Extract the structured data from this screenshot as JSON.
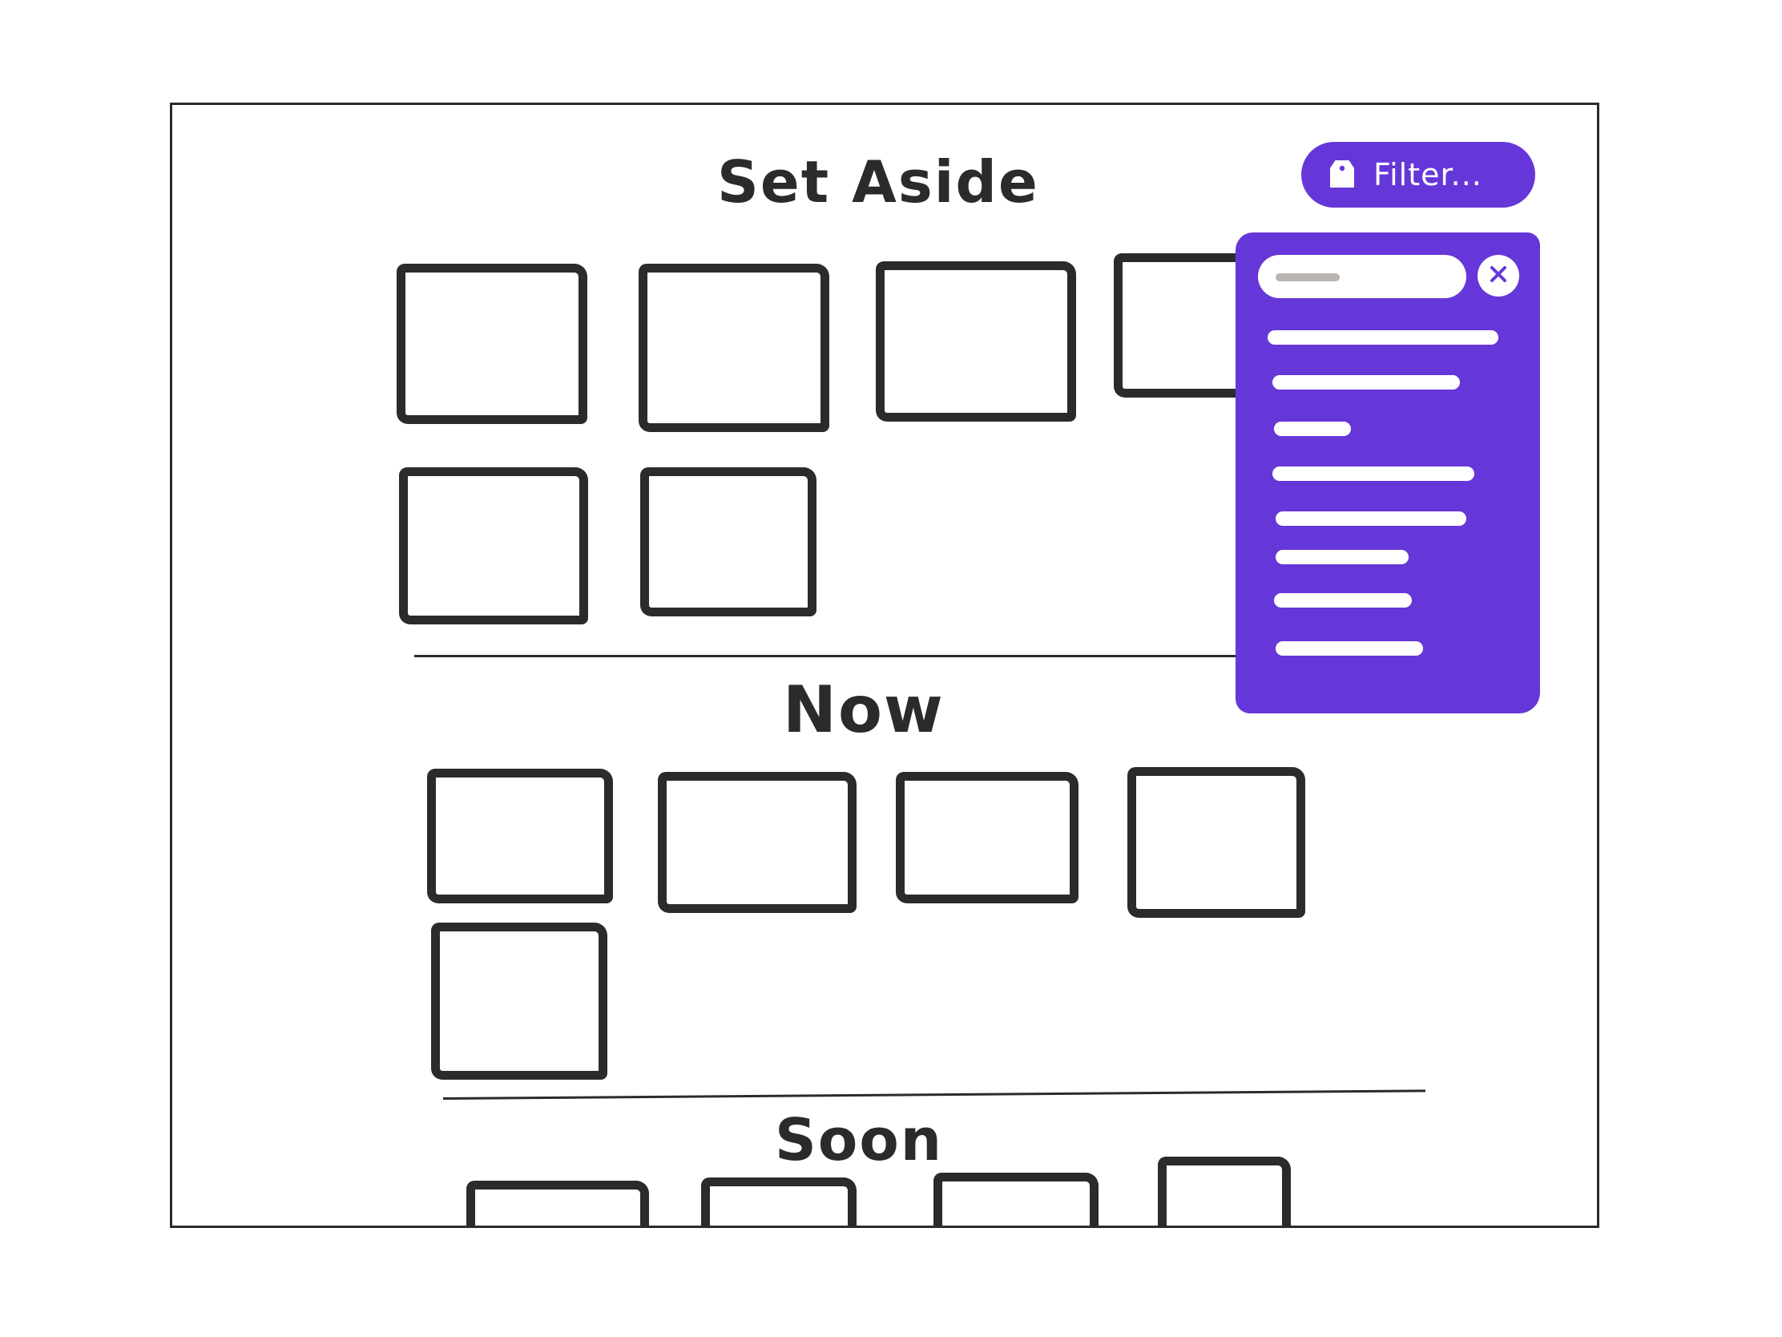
{
  "sections": {
    "set_aside": {
      "title": "Set Aside"
    },
    "now": {
      "title": "Now"
    },
    "soon": {
      "title": "Soon"
    }
  },
  "filter": {
    "chip_label": "Filter...",
    "input_value": "",
    "option_count": 8
  },
  "colors": {
    "accent": "#6637d8",
    "ink": "#2b2b2b",
    "background": "#ffffff"
  },
  "icons": {
    "filter_chip": "tag-icon",
    "filter_close": "close-icon"
  }
}
